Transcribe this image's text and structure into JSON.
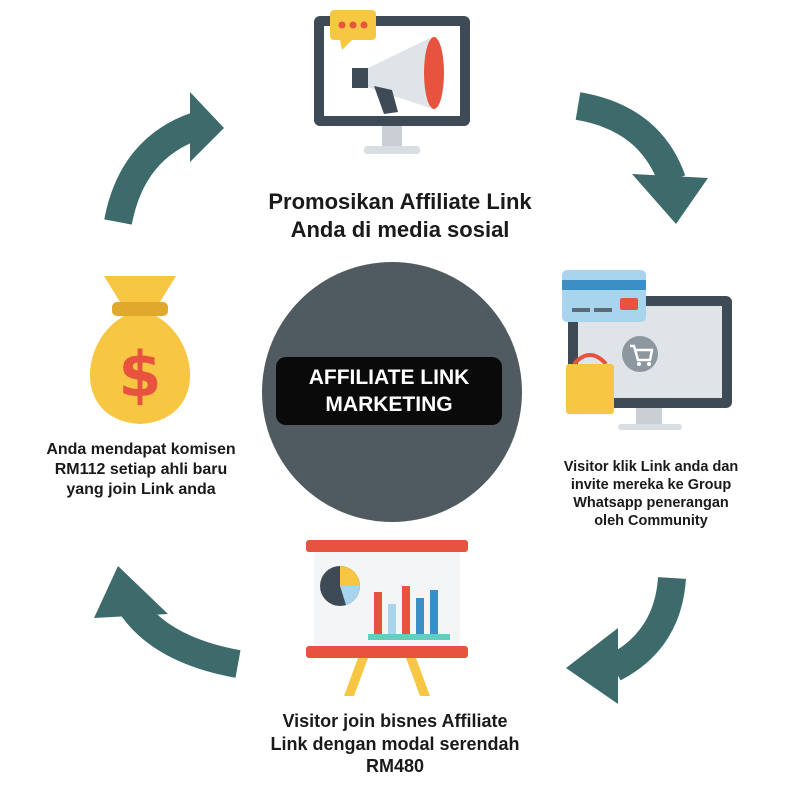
{
  "diagram": {
    "center": {
      "line1": "AFFILIATE LINK",
      "line2": "MARKETING"
    },
    "steps": [
      {
        "line1": "Promosikan Affiliate Link",
        "line2": "Anda di media sosial",
        "icon": "megaphone-monitor-icon"
      },
      {
        "line1": "Visitor klik Link anda dan",
        "line2": "invite mereka ke Group",
        "line3": "Whatsapp penerangan",
        "line4": "oleh Community",
        "icon": "shopping-cart-monitor-icon"
      },
      {
        "line1": "Visitor join bisnes Affiliate",
        "line2": "Link dengan modal serendah",
        "line3": "RM480",
        "icon": "presentation-chart-icon"
      },
      {
        "line1": "Anda mendapat komisen",
        "line2": "RM112 setiap ahli baru",
        "line3": "yang join Link anda",
        "icon": "money-bag-icon"
      }
    ]
  },
  "colors": {
    "arrow": "#3d6b6c",
    "center_circle": "#505b61",
    "center_label_bg": "#0a0a0a",
    "accent_red": "#e8533f",
    "accent_yellow": "#f7c744",
    "accent_blue": "#3b8fc4",
    "monitor_frame": "#3e4b57"
  }
}
